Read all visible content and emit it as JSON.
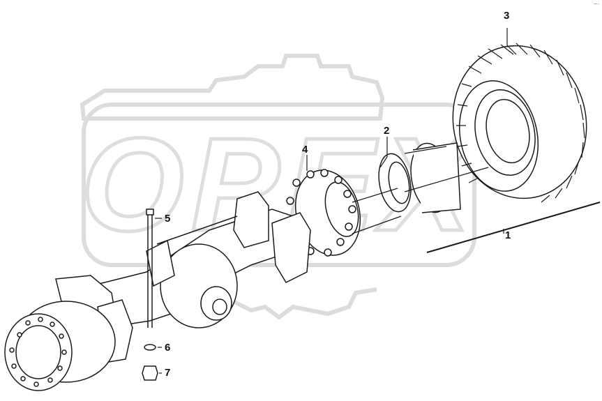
{
  "diagram": {
    "callouts": [
      {
        "id": "1",
        "label": "1",
        "part": "wheel-assembly"
      },
      {
        "id": "2",
        "label": "2",
        "part": "wheel-rim-ring"
      },
      {
        "id": "3",
        "label": "3",
        "part": "tire"
      },
      {
        "id": "4",
        "label": "4",
        "part": "wheel-hub-bolts"
      },
      {
        "id": "5",
        "label": "5",
        "part": "bolt"
      },
      {
        "id": "6",
        "label": "6",
        "part": "washer"
      },
      {
        "id": "7",
        "label": "7",
        "part": "nut"
      }
    ],
    "watermark_text": "OPEX",
    "corner_mark": "~-"
  },
  "colors": {
    "line": "#1a1a1a",
    "watermark": "#d9d9d9",
    "background": "#ffffff"
  }
}
